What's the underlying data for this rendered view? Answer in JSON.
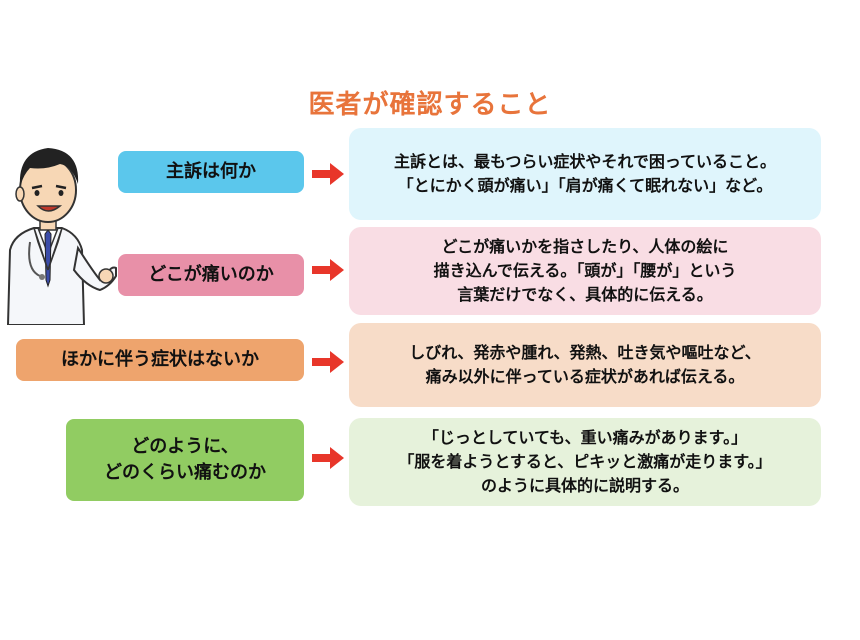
{
  "title": "医者が確認すること",
  "rows": [
    {
      "label_lines": [
        "主訴は何か"
      ],
      "label_color": "#5bc7ec",
      "card_color": "#dff5fc",
      "card_lines": [
        "主訴とは、最もつらい症状やそれで困っていること。",
        "「とにかく頭が痛い」「肩が痛くて眠れない」など。"
      ]
    },
    {
      "label_lines": [
        "どこが痛いのか"
      ],
      "label_color": "#e890a8",
      "card_color": "#f9dde4",
      "card_lines": [
        "どこが痛いかを指さしたり、人体の絵に",
        "描き込んで伝える。「頭が」「腰が」という",
        "言葉だけでなく、具体的に伝える。"
      ]
    },
    {
      "label_lines": [
        "ほかに伴う症状はないか"
      ],
      "label_color": "#eea46d",
      "card_color": "#f7dcc8",
      "card_lines": [
        "しびれ、発赤や腫れ、発熱、吐き気や嘔吐など、",
        "痛み以外に伴っている症状があれば伝える。"
      ]
    },
    {
      "label_lines": [
        "どのように、",
        "どのくらい痛むのか"
      ],
      "label_color": "#91cc62",
      "card_color": "#e6f2db",
      "card_lines": [
        "「じっとしていても、重い痛みがあります。」",
        "「服を着ようとすると、ピキッと激痛が走ります。」",
        "のように具体的に説明する。"
      ]
    }
  ],
  "arrow_color": "#e8362a",
  "illustration": "doctor-pointing-icon"
}
